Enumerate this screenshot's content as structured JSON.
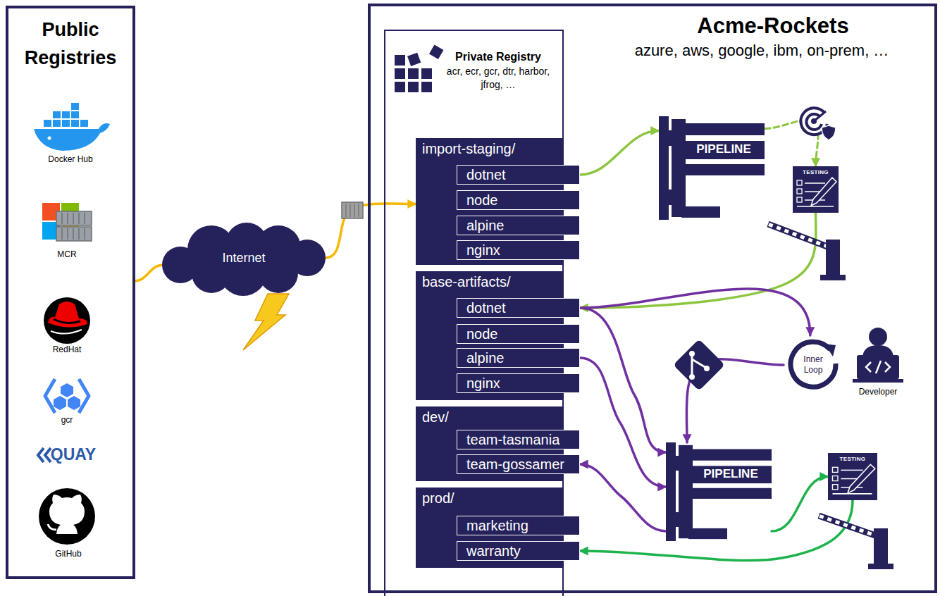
{
  "diagram": {
    "nodes": [
      {
        "text": [
          "Public Registries"
        ]
      },
      {
        "text": [
          "Internet"
        ]
      },
      {
        "text": [
          "Acme-Rockets",
          "azure, aws, google, ibm, on-prem, …"
        ]
      },
      {
        "text": [
          "Private Registry",
          "acr, ecr, gcr, dtr, harbor, jfrog, …"
        ],
        "in": 2
      },
      {
        "text": [
          "import-staging/"
        ],
        "in": 3
      },
      {
        "text": [
          "dotnet"
        ],
        "in": 4
      },
      {
        "text": [
          "node"
        ],
        "in": 4
      },
      {
        "text": [
          "alpine"
        ],
        "in": 4
      },
      {
        "text": [
          "nginx"
        ],
        "in": 4
      },
      {
        "text": [
          "base-artifacts/"
        ],
        "in": 3
      },
      {
        "text": [
          "dotnet"
        ],
        "in": 9
      },
      {
        "text": [
          "node"
        ],
        "in": 9
      },
      {
        "text": [
          "alpine"
        ],
        "in": 9
      },
      {
        "text": [
          "nginx"
        ],
        "in": 9
      },
      {
        "text": [
          "dev/"
        ],
        "in": 3
      },
      {
        "text": [
          "team-tasmania"
        ],
        "in": 14
      },
      {
        "text": [
          "team-gossamer"
        ],
        "in": 14
      },
      {
        "text": [
          "prod/"
        ],
        "in": 3
      },
      {
        "text": [
          "marketing"
        ],
        "in": 17
      },
      {
        "text": [
          "warranty"
        ],
        "in": 17
      },
      {
        "text": [
          "PIPELINE"
        ],
        "in": 2
      },
      {
        "text": [
          "TESTING"
        ],
        "in": 2
      },
      {
        "text": [
          "Inner Loop"
        ],
        "in": 2
      },
      {
        "text": [
          "PIPELINE"
        ],
        "in": 2
      },
      {
        "text": [
          "TESTING"
        ],
        "in": 2
      }
    ],
    "edges": [
      {
        "from": 0,
        "to": 1,
        "arrow": "none"
      },
      {
        "from": 1,
        "to": 4,
        "arrow": "to"
      },
      {
        "from": 5,
        "to": 20,
        "arrow": "to"
      },
      {
        "from": 20,
        "to": 21,
        "arrow": "to"
      },
      {
        "from": 21,
        "to": 10,
        "arrow": "to"
      },
      {
        "from": 10,
        "to": 22,
        "arrow": "to"
      },
      {
        "from": 10,
        "to": 23,
        "arrow": "to"
      },
      {
        "from": 12,
        "to": 23,
        "arrow": "to"
      },
      {
        "from": 22,
        "to": 23,
        "arrow": "to"
      },
      {
        "from": 23,
        "to": 16,
        "arrow": "to"
      },
      {
        "from": 23,
        "to": 24,
        "arrow": "to"
      },
      {
        "from": 24,
        "to": 19,
        "arrow": "to"
      }
    ],
    "labels": [
      "Docker Hub",
      "MCR",
      "RedHat",
      "gcr",
      "QUAY",
      "GitHub",
      "Developer"
    ]
  }
}
